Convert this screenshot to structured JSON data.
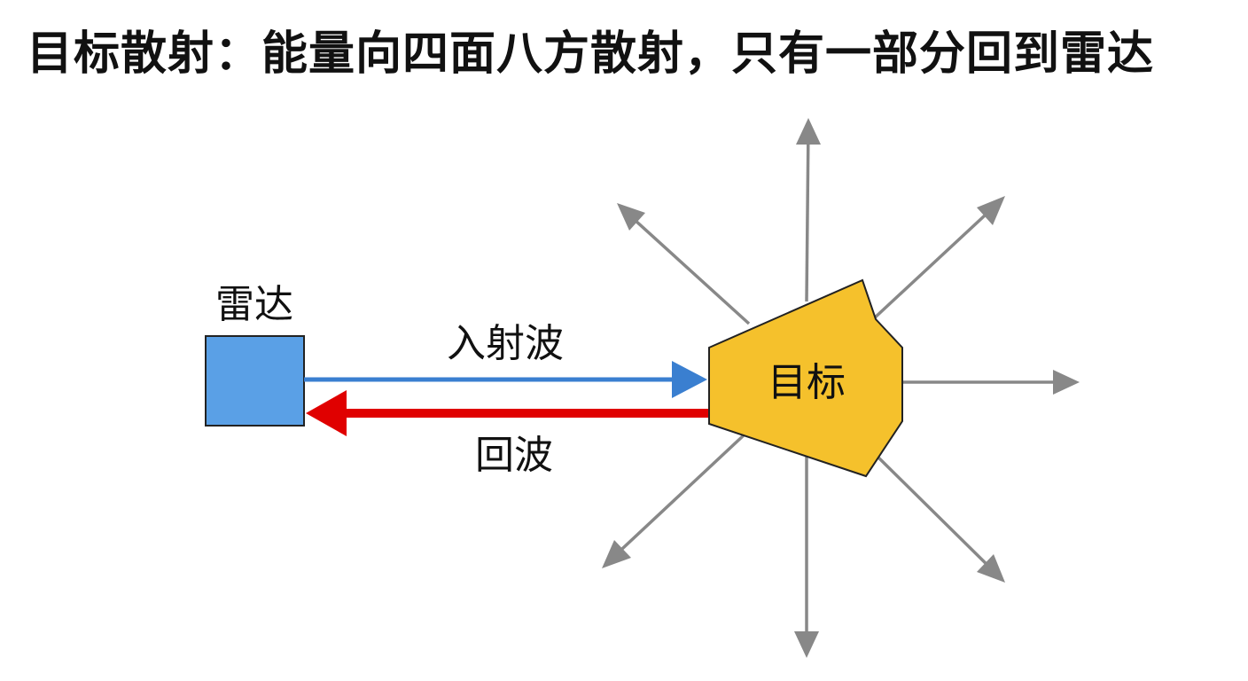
{
  "title": "目标散射：能量向四面八方散射，只有一部分回到雷达",
  "labels": {
    "radar": "雷达",
    "incident": "入射波",
    "echo": "回波",
    "target": "目标"
  },
  "colors": {
    "radar_fill": "#5aa0e6",
    "incident_arrow": "#3a7fd0",
    "echo_arrow": "#e00000",
    "target_fill": "#f5c12c",
    "scatter_arrow": "#888888",
    "text": "#111111"
  }
}
